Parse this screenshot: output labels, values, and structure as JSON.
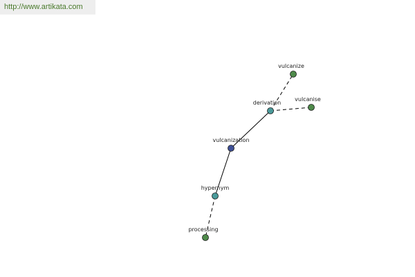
{
  "watermark": {
    "text": "http://www.artikata.com"
  },
  "graph": {
    "colors": {
      "central": "#3e4f96",
      "relation": "#4a9a9a",
      "leaf": "#4e8a4a",
      "edge": "#000000",
      "watermark_text": "#4a7a2c",
      "watermark_bg": "#eeeeee"
    },
    "nodes": [
      {
        "id": "vulcanization",
        "label": "vulcanization",
        "kind": "central"
      },
      {
        "id": "derivation",
        "label": "derivation",
        "kind": "relation"
      },
      {
        "id": "hypernym",
        "label": "hypernym",
        "kind": "relation"
      },
      {
        "id": "vulcanize",
        "label": "vulcanize",
        "kind": "leaf"
      },
      {
        "id": "vulcanise",
        "label": "vulcanise",
        "kind": "leaf"
      },
      {
        "id": "processing",
        "label": "processing",
        "kind": "leaf"
      }
    ],
    "edges": [
      {
        "from": "vulcanization",
        "to": "derivation",
        "style": "solid"
      },
      {
        "from": "vulcanization",
        "to": "hypernym",
        "style": "solid"
      },
      {
        "from": "derivation",
        "to": "vulcanize",
        "style": "dashed"
      },
      {
        "from": "derivation",
        "to": "vulcanise",
        "style": "dashed"
      },
      {
        "from": "hypernym",
        "to": "processing",
        "style": "dashed"
      }
    ]
  }
}
